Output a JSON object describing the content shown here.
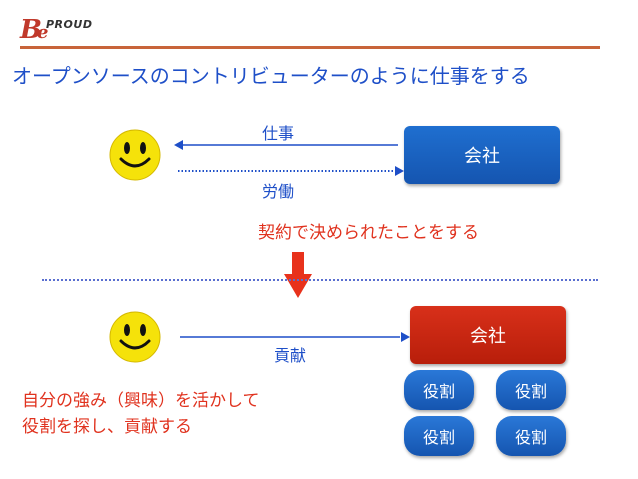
{
  "logo": {
    "text": "PROUD"
  },
  "title": "オープンソースのコントリビューターのように仕事をする",
  "top": {
    "label_work": "仕事",
    "label_labor": "労働",
    "company": "会社",
    "contract_text": "契約で決められたことをする"
  },
  "bottom": {
    "label_contribute": "貢献",
    "company": "会社",
    "roles": [
      "役割",
      "役割",
      "役割",
      "役割"
    ],
    "description_line1": "自分の強み（興味）を活かして",
    "description_line2": "役割を探し、貢献する"
  },
  "colors": {
    "accent_blue": "#1e4fc8",
    "accent_red": "#e0321e",
    "box_blue": "#1a62c4",
    "box_red": "#c8280f",
    "smiley_yellow": "#f5e20a"
  },
  "icons": [
    "smiley-icon",
    "down-arrow-icon",
    "left-arrow-icon",
    "right-arrow-icon"
  ]
}
